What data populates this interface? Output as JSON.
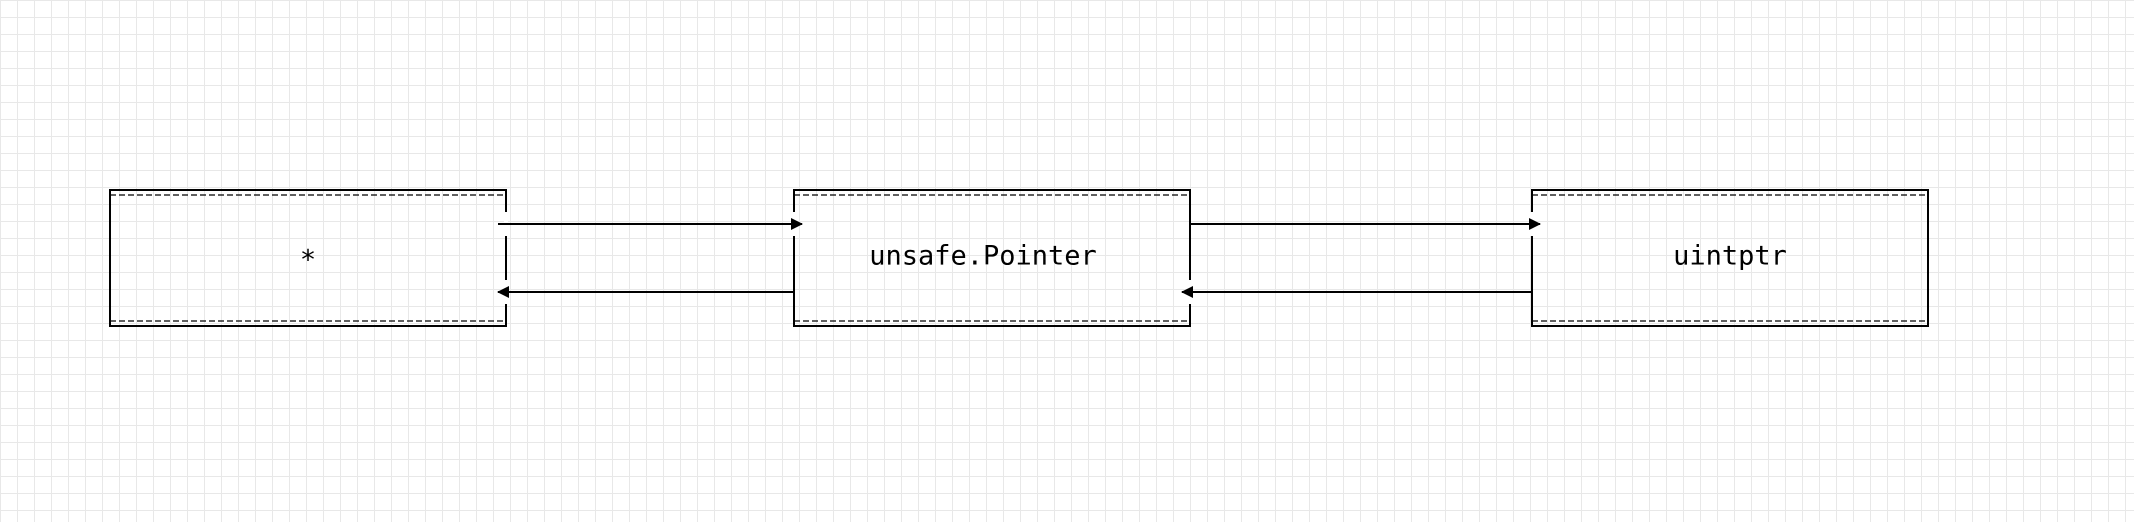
{
  "diagram": {
    "nodes": [
      {
        "id": "pointer-type",
        "label": "*"
      },
      {
        "id": "unsafe-pointer",
        "label": "unsafe.Pointer"
      },
      {
        "id": "uintptr",
        "label": "uintptr"
      }
    ],
    "edges": [
      {
        "from": "pointer-type",
        "to": "unsafe-pointer"
      },
      {
        "from": "unsafe-pointer",
        "to": "pointer-type"
      },
      {
        "from": "unsafe-pointer",
        "to": "uintptr"
      },
      {
        "from": "uintptr",
        "to": "unsafe-pointer"
      }
    ],
    "colors": {
      "stroke": "#000000",
      "grid": "#e8e8e8",
      "background": "#ffffff"
    }
  }
}
